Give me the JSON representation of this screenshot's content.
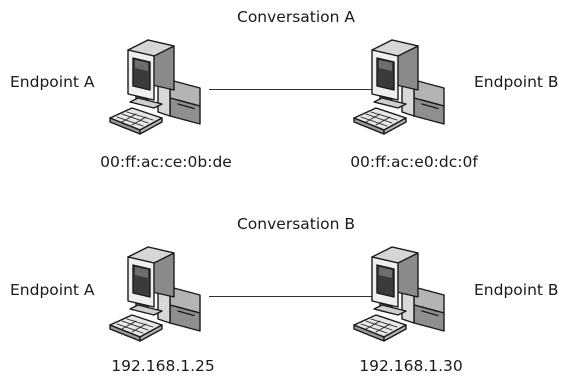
{
  "conversations": [
    {
      "title": "Conversation A",
      "endpoint_a": {
        "label": "Endpoint A",
        "address": "00:ff:ac:ce:0b:de"
      },
      "endpoint_b": {
        "label": "Endpoint B",
        "address": "00:ff:ac:e0:dc:0f"
      }
    },
    {
      "title": "Conversation B",
      "endpoint_a": {
        "label": "Endpoint A",
        "address": "192.168.1.25"
      },
      "endpoint_b": {
        "label": "Endpoint B",
        "address": "192.168.1.30"
      }
    }
  ],
  "icons": {
    "endpoint": "desktop-computer-icon"
  }
}
